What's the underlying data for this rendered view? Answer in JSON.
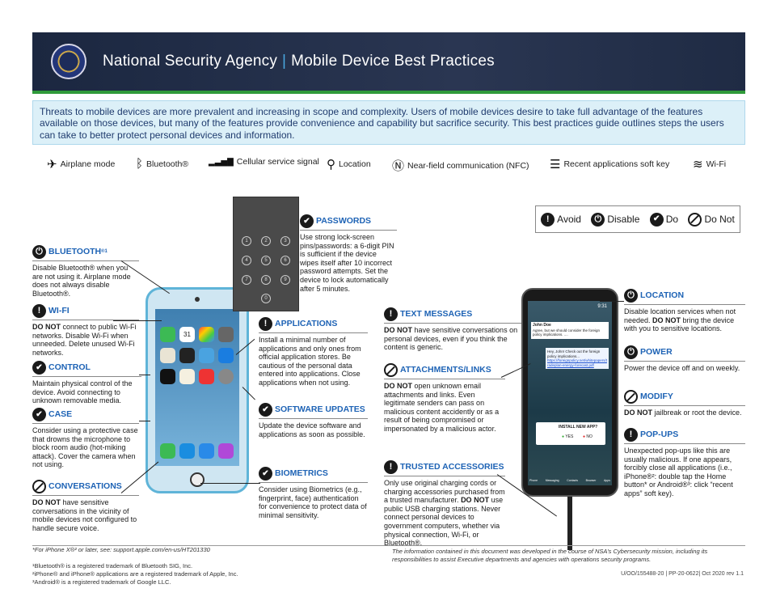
{
  "header": {
    "org": "National Security Agency",
    "separator": "|",
    "title": "Mobile Device Best Practices"
  },
  "intro": "Threats to mobile devices are more prevalent and increasing in scope and complexity. Users of mobile devices desire to take full advantage of the features available on those devices, but many of the features provide convenience and capability but sacrifice security. This best practices guide outlines steps the users can take to better protect personal devices and information.",
  "legend": [
    {
      "icon": "airplane-icon",
      "glyph": "✈",
      "label": "Airplane mode"
    },
    {
      "icon": "bluetooth-icon",
      "glyph": "ᛒ",
      "label": "Bluetooth®"
    },
    {
      "icon": "cellular-signal-icon",
      "glyph": "▂▃▅▇",
      "label": "Cellular service signal"
    },
    {
      "icon": "location-icon",
      "glyph": "⚲",
      "label": "Location"
    },
    {
      "icon": "nfc-icon",
      "glyph": "Ⓝ",
      "label": "Near-field communication (NFC)"
    },
    {
      "icon": "recent-apps-icon",
      "glyph": "☰",
      "label": "Recent applications soft key"
    },
    {
      "icon": "wifi-icon",
      "glyph": "≋",
      "label": "Wi-Fi"
    }
  ],
  "key": {
    "avoid": "Avoid",
    "disable": "Disable",
    "do": "Do",
    "do_not": "Do Not"
  },
  "sections": {
    "bluetooth": {
      "title": "BLUETOOTH",
      "sup": "®1",
      "body": "Disable Bluetooth® when you are not using it. Airplane mode does not always disable Bluetooth®."
    },
    "wifi": {
      "title": "WI-FI",
      "strong": "DO NOT",
      "body": " connect to public Wi-Fi networks. Disable Wi-Fi when unneeded. Delete unused Wi-Fi networks."
    },
    "control": {
      "title": "CONTROL",
      "body": "Maintain physical control of the device. Avoid connecting to unknown removable media."
    },
    "case": {
      "title": "CASE",
      "body": "Consider using a protective case that drowns the microphone to block room audio (hot-miking attack). Cover the camera when not using."
    },
    "conversations": {
      "title": "CONVERSATIONS",
      "strong": "DO NOT",
      "body": " have sensitive conversations in the vicinity of mobile devices not configured to handle secure voice."
    },
    "passwords": {
      "title": "PASSWORDS",
      "body": "Use strong lock-screen pins/passwords: a 6-digit PIN is sufficient if the device wipes itself after 10 incorrect password attempts. Set the device to lock automatically after 5 minutes."
    },
    "applications": {
      "title": "APPLICATIONS",
      "body": "Install a minimal number of applications and only ones from official application stores. Be cautious of the personal data entered into applications. Close applications when not using."
    },
    "software": {
      "title": "SOFTWARE UPDATES",
      "body": "Update the device software and applications as soon as possible."
    },
    "biometrics": {
      "title": "BIOMETRICS",
      "body": "Consider using Biometrics (e.g., fingerprint, face) authentication for convenience to protect data of minimal sensitivity."
    },
    "text": {
      "title": "TEXT MESSAGES",
      "strong": "DO NOT",
      "body": " have sensitive conversations on personal devices, even if you think the content is generic."
    },
    "attachments": {
      "title": "ATTACHMENTS/LINKS",
      "strong": "DO NOT",
      "body": " open unknown email attachments and links. Even legitimate senders can pass on malicious content accidently or as a result of being compromised or impersonated by a malicious actor."
    },
    "trusted": {
      "title": "TRUSTED ACCESSORIES",
      "body1": "Only use original charging cords or charging accessories purchased from a trusted manufacturer. ",
      "strong": "DO NOT",
      "body2": " use public USB charging stations. Never connect personal devices to government computers, whether via physical connection, Wi-Fi, or Bluetooth®."
    },
    "location": {
      "title": "LOCATION",
      "body1": "Disable location services when not needed. ",
      "strong": "DO NOT",
      "body2": " bring the device with you to sensitive locations."
    },
    "power": {
      "title": "POWER",
      "body": "Power the device off and on weekly."
    },
    "modify": {
      "title": "MODIFY",
      "strong": "DO NOT",
      "body": " jailbreak or root the device."
    },
    "popups": {
      "title": "POP-UPS",
      "body": "Unexpected pop-ups like this are usually malicious. If one appears, forcibly close all applications (i.e., iPhone®²: double tap the Home button* or Android®³: click “recent apps” soft key)."
    }
  },
  "phone_left": {
    "calendar_day": "31"
  },
  "lock_screen": {
    "digits": [
      "1",
      "2",
      "3",
      "4",
      "5",
      "6",
      "7",
      "8",
      "9",
      "0"
    ]
  },
  "phone_right": {
    "time": "9:31",
    "sender": "John Doe",
    "msg1": "Agree, but we should consider the foreign policy implications. ....",
    "msg2": "Hey, John! Check out the foreign policy implications...",
    "link": "https://foreignpolicy.net/whitepapers/tradeplan-energy-forecast.pdf",
    "popup_title": "INSTALL NEW APP?",
    "yes": "YES",
    "no": "NO",
    "dock": [
      "Phone",
      "Messaging",
      "Contacts",
      "Browser",
      "Apps"
    ]
  },
  "footer": {
    "iphone_note": "*For iPhone X®² or later, see: support.apple.com/en-us/HT201330",
    "tm1": "¹Bluetooth® is a registered trademark of Bluetooth SIG, Inc.",
    "tm2": "²iPhone® and iPhone® applications are a registered trademark of Apple, Inc.",
    "tm3": "³Android® is a registered trademark of Google LLC.",
    "disclaimer": "The information contained in this document was developed in the course of NSA’s Cybersecurity mission, including its responsibilities to assist Executive departments and agencies with operations security programs.",
    "doc_id": "U/OO/155488-20 | PP-20-0622| Oct 2020 rev 1.1"
  }
}
